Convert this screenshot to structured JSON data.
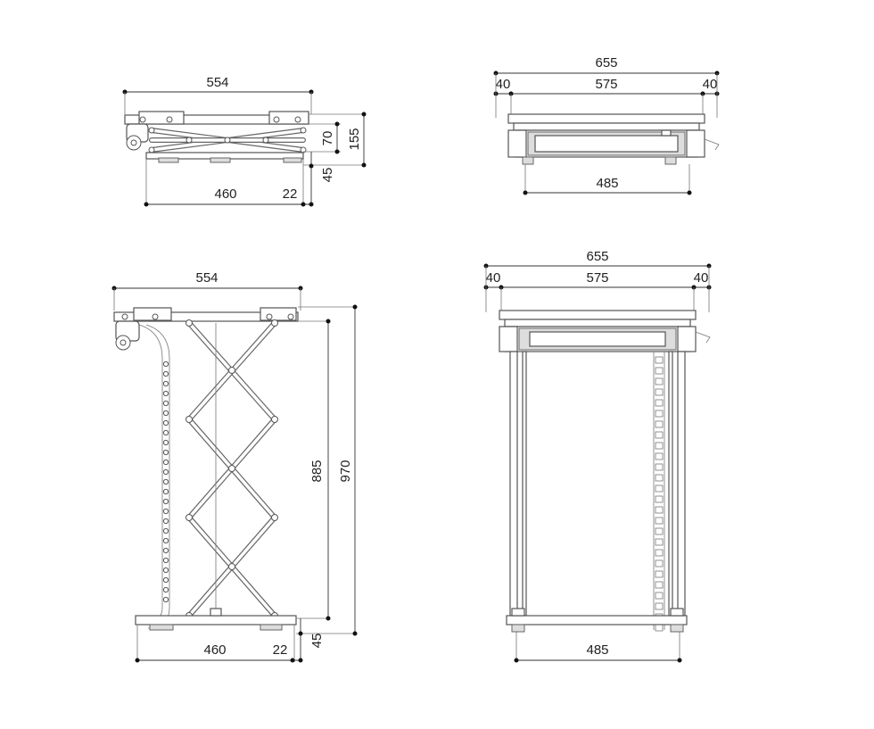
{
  "views": {
    "side_retracted": {
      "total_width": "554",
      "base_length": "460",
      "offset": "22",
      "height_mech": "70",
      "height_total": "155",
      "height_base": "45"
    },
    "front_retracted": {
      "total_width": "655",
      "margin_left": "40",
      "inner_width": "575",
      "margin_right": "40",
      "bottom_width": "485"
    },
    "side_extended": {
      "total_width": "554",
      "base_length": "460",
      "offset": "22",
      "stroke_height": "885",
      "total_height": "970",
      "height_base": "45"
    },
    "front_extended": {
      "total_width": "655",
      "margin_left": "40",
      "inner_width": "575",
      "margin_right": "40",
      "bottom_width": "485"
    }
  },
  "colors": {
    "line": "#333333",
    "part": "#555555",
    "fill": "#dddddd"
  }
}
